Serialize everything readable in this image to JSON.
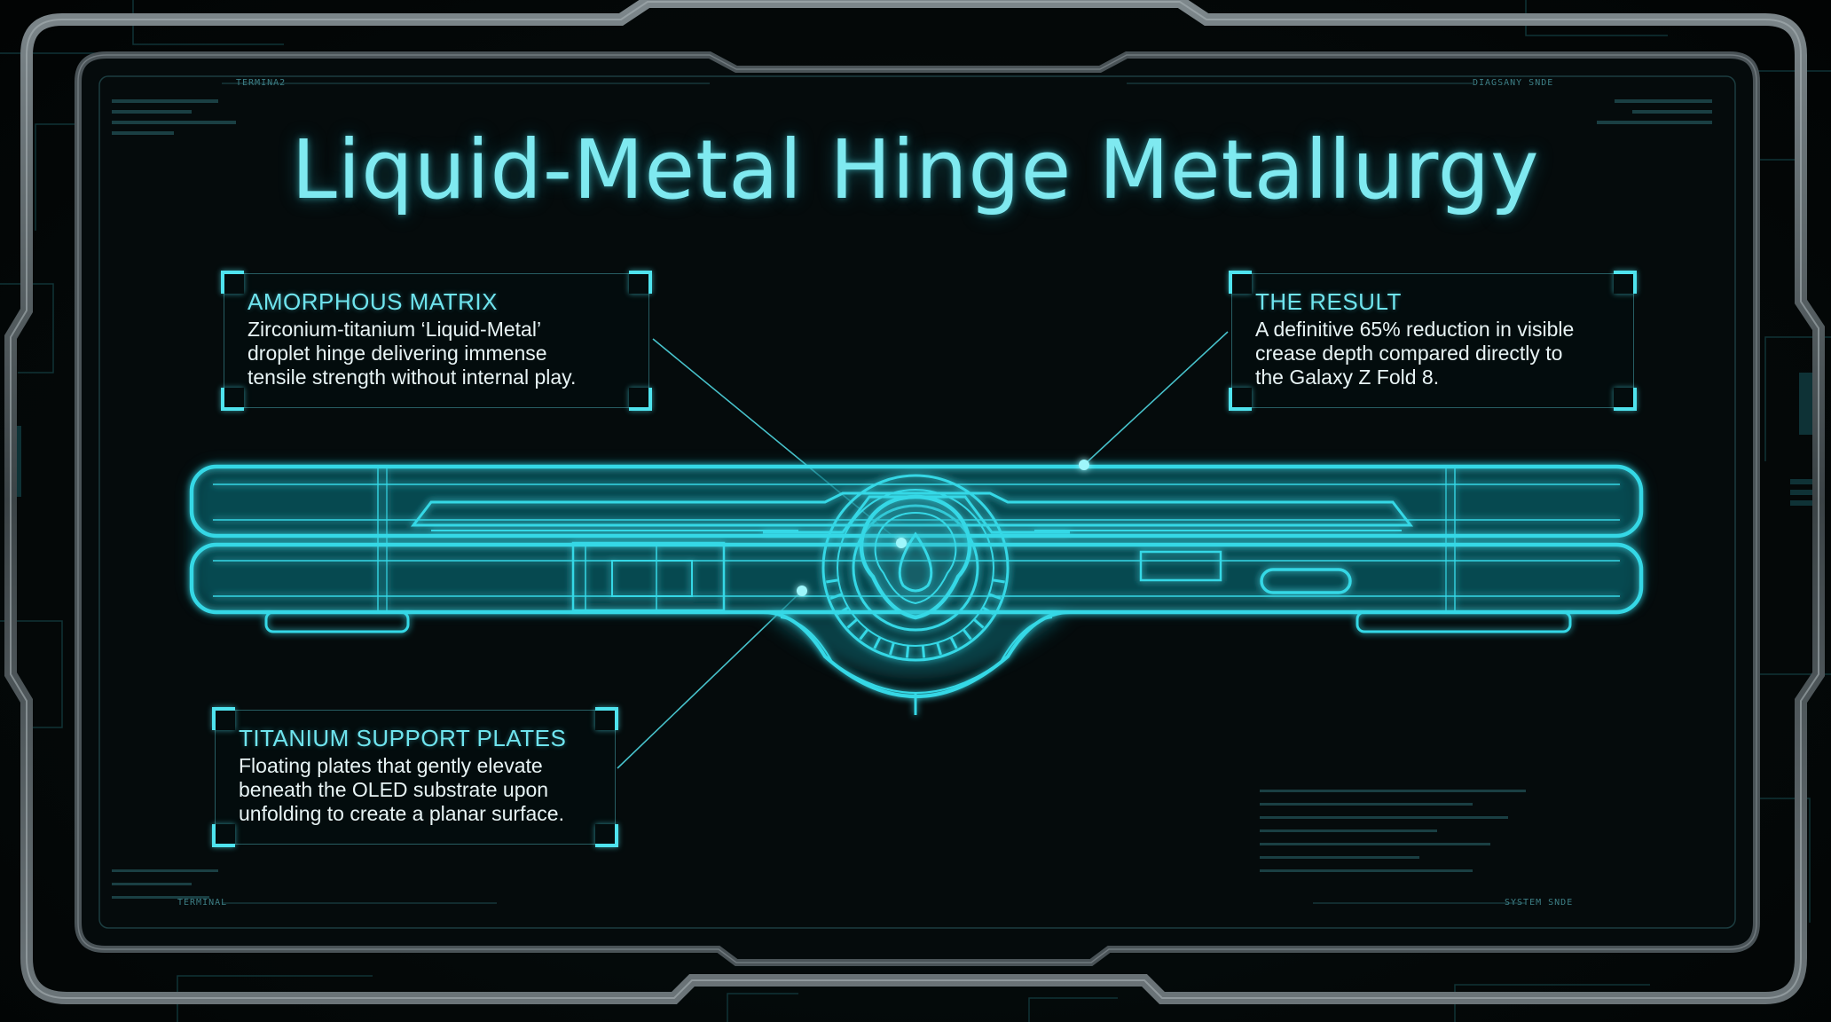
{
  "title": "Liquid-Metal Hinge Metallurgy",
  "frame": {
    "top_left_label": "TERMINA2",
    "top_right_label": "DIAGSANY SNDE",
    "bottom_left_label": "TERMINAL",
    "bottom_right_label": "SYSTEM SNDE"
  },
  "callouts": [
    {
      "key": "amorphous-matrix",
      "title": "AMORPHOUS MATRIX",
      "lines": [
        "Zirconium-titanium ‘Liquid-Metal’",
        "droplet hinge delivering immense",
        "tensile strength without internal play."
      ]
    },
    {
      "key": "the-result",
      "title": "THE RESULT",
      "lines": [
        "A definitive 65% reduction in visible",
        "crease depth compared directly to",
        "the Galaxy Z Fold 8."
      ]
    },
    {
      "key": "titanium-support-plates",
      "title": "TITANIUM SUPPORT PLATES",
      "lines": [
        "Floating plates that gently elevate",
        "beneath the OLED substrate upon",
        "unfolding to create a planar surface."
      ]
    }
  ],
  "colors": {
    "accent": "#4fe3ee",
    "glow": "#28c8dc",
    "title": "#7fe9f0",
    "body_text": "#e8f4f5",
    "frame_metal": "#5b6468"
  },
  "icons": [
    "hinge-droplet-icon",
    "gear-ring-icon",
    "callout-anchor-dot-icon"
  ]
}
